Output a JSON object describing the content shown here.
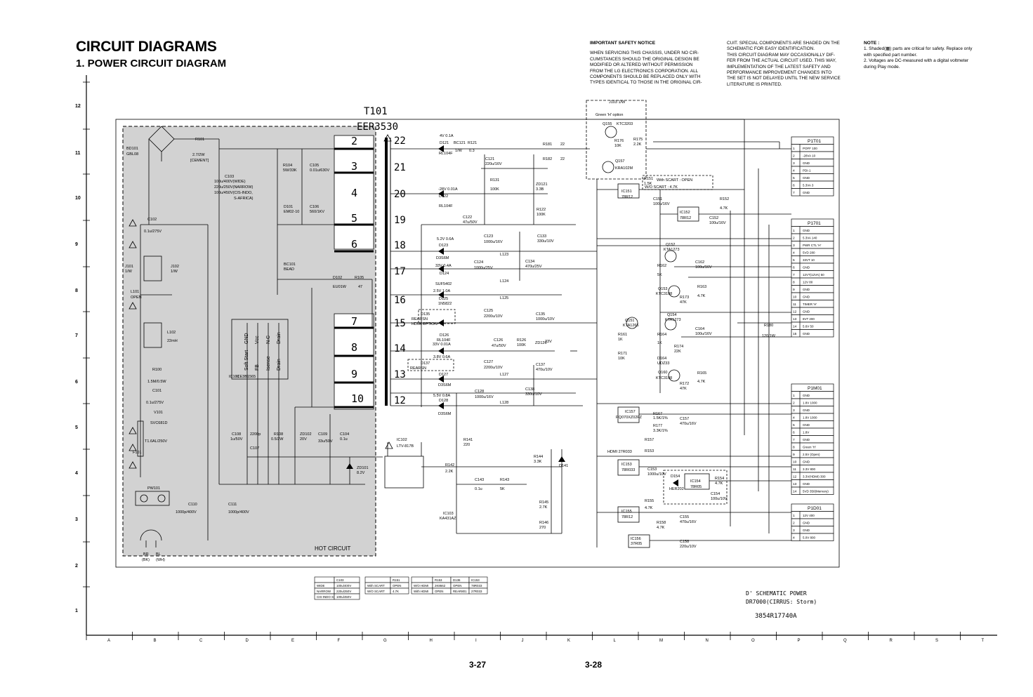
{
  "header": {
    "title": "CIRCUIT DIAGRAMS",
    "subtitle": "1. POWER CIRCUIT DIAGRAM"
  },
  "safety_notice": {
    "heading": "IMPORTANT SAFETY NOTICE",
    "col1": [
      "WHEN SERVICING THIS CHASSIS, UNDER NO CIR-",
      "CUMSTANCES SHOULD THE ORIGINAL DESIGN BE",
      "MODIFIED OR ALTERED WITHOUT PERMISSION",
      "FROM THE LG ELECTRONICS CORPORATION. ALL",
      "COMPONENTS SHOULD BE REPLACED ONLY WITH",
      "TYPES IDENTICAL TO THOSE IN THE ORIGINAL CIR-"
    ],
    "col2": [
      "CUIT. SPECIAL COMPONENTS ARE SHADED ON THE",
      "SCHEMATIC FOR EASY IDENTIFICATION.",
      "THIS CIRCUIT DIAGRAM MAY OCCASIONALLY DIF-",
      "FER FROM THE ACTUAL CIRCUIT USED. THIS WAY,",
      "IMPLEMENTATION OF THE LATEST SAFETY AND",
      "PERFORMANCE IMPROVEMENT CHANGES INTO",
      "THE SET IS NOT DELAYED UNTIL THE NEW SERVICE",
      "LITERATURE IS PRINTED."
    ]
  },
  "note": {
    "heading": "NOTE :",
    "items": [
      "1. Shaded(▦) parts are critical for safety. Replace only",
      "with specified part number.",
      "2. Voltages are DC-measured with a digital voltmeter",
      "during Play mode."
    ]
  },
  "grid": {
    "rows": [
      "12",
      "11",
      "10",
      "9",
      "8",
      "7",
      "6",
      "5",
      "4",
      "3",
      "2",
      "1"
    ],
    "cols": [
      "A",
      "B",
      "C",
      "D",
      "E",
      "F",
      "G",
      "H",
      "I",
      "J",
      "K",
      "L",
      "M",
      "N",
      "O",
      "P",
      "Q",
      "R",
      "S",
      "T"
    ]
  },
  "transformer": {
    "name": "T101",
    "part": "EER3530",
    "primary_pins": [
      "2",
      "3",
      "4",
      "5",
      "6",
      "7",
      "8",
      "9",
      "10"
    ],
    "secondary_pins": [
      "22",
      "21",
      "20",
      "19",
      "18",
      "17",
      "16",
      "15",
      "14",
      "13",
      "12"
    ]
  },
  "hot_circuit_label": "HOT CIRCUIT",
  "primary_labels": [
    {
      "t": "BD101",
      "k": "bd1"
    },
    {
      "t": "GBL08",
      "k": "bd2"
    },
    {
      "t": "R101",
      "k": "r101"
    },
    {
      "t": "2.7/2W",
      "k": "r101v"
    },
    {
      "t": "[CEMENT]",
      "k": "r101c"
    },
    {
      "t": "C103",
      "k": "c103"
    },
    {
      "t": "100u/400V(WIDE)",
      "k": "c103a"
    },
    {
      "t": "220u/250V(NARROW)",
      "k": "c103b"
    },
    {
      "t": "100u/450V(CIS-INDO,",
      "k": "c103c"
    },
    {
      "t": "S-AFRICA)",
      "k": "c103d"
    },
    {
      "t": "R104",
      "k": "r104"
    },
    {
      "t": "5W/33K",
      "k": "r104v"
    },
    {
      "t": "C105",
      "k": "c105"
    },
    {
      "t": "0.01u/630V",
      "k": "c105v"
    },
    {
      "t": "D101",
      "k": "d101"
    },
    {
      "t": "EM02-10",
      "k": "d101v"
    },
    {
      "t": "C106",
      "k": "c106"
    },
    {
      "t": "560/1KV",
      "k": "c106v"
    },
    {
      "t": "C102",
      "k": "c102"
    },
    {
      "t": "0.1u/275V",
      "k": "c102v"
    },
    {
      "t": "J101",
      "k": "j101"
    },
    {
      "t": "1/W",
      "k": "j101v"
    },
    {
      "t": "J102",
      "k": "j102"
    },
    {
      "t": "1/W",
      "k": "j102v"
    },
    {
      "t": "L101",
      "k": "l101"
    },
    {
      "t": "OPEN",
      "k": "l101v"
    },
    {
      "t": "L102",
      "k": "l102"
    },
    {
      "t": "22mH",
      "k": "l102v"
    },
    {
      "t": "BC101",
      "k": "bc101"
    },
    {
      "t": "BEAD",
      "k": "bc101v"
    },
    {
      "t": "D102",
      "k": "d102"
    },
    {
      "t": "EU01W",
      "k": "d102v"
    },
    {
      "t": "R105",
      "k": "r105"
    },
    {
      "t": "47",
      "k": "r105v"
    },
    {
      "t": "IC101",
      "k": "ic101"
    },
    {
      "t": "ICE3B1565",
      "k": "ic101v"
    },
    {
      "t": "R100",
      "k": "r100"
    },
    {
      "t": "1.5M/0.5W",
      "k": "r100v"
    },
    {
      "t": "C101",
      "k": "c101"
    },
    {
      "t": "0.1u/275V",
      "k": "c101v"
    },
    {
      "t": "V101",
      "k": "v101"
    },
    {
      "t": "SVC681D",
      "k": "v101v"
    },
    {
      "t": "F101",
      "k": "f101"
    },
    {
      "t": "T1.6AL/250V",
      "k": "f101v"
    },
    {
      "t": "PW101",
      "k": "pw101"
    },
    {
      "t": "C110",
      "k": "c110"
    },
    {
      "t": "1000p/400V",
      "k": "c110v"
    },
    {
      "t": "C111",
      "k": "c111"
    },
    {
      "t": "1000p/400V",
      "k": "c111v"
    },
    {
      "t": "BR",
      "k": "br"
    },
    {
      "t": "(BK)",
      "k": "brv"
    },
    {
      "t": "BL",
      "k": "bl"
    },
    {
      "t": "(WH)",
      "k": "blv"
    },
    {
      "t": "C108",
      "k": "c108"
    },
    {
      "t": "1u/50V",
      "k": "c108v"
    },
    {
      "t": "C107",
      "k": "c107"
    },
    {
      "t": "2200p",
      "k": "c107v"
    },
    {
      "t": "R108",
      "k": "r108"
    },
    {
      "t": "0.5/2W",
      "k": "r108v"
    },
    {
      "t": "ZD102",
      "k": "zd102"
    },
    {
      "t": "20V",
      "k": "zd102v"
    },
    {
      "t": "C109",
      "k": "c109"
    },
    {
      "t": "33u/50V",
      "k": "c109v"
    },
    {
      "t": "C104",
      "k": "c104"
    },
    {
      "t": "0.1u",
      "k": "c104v"
    },
    {
      "t": "ZD101",
      "k": "zd101"
    },
    {
      "t": "8.2V",
      "k": "zd101v"
    },
    {
      "t": "IC102",
      "k": "ic102"
    },
    {
      "t": "LTV-817B",
      "k": "ic102v"
    }
  ],
  "ic101_pins": [
    "Soft Start",
    "FB",
    "Isense",
    "Drain",
    "GND",
    "Vcc",
    "N.C",
    "Drain"
  ],
  "secondary_labels": [
    {
      "t": "4V 0.1A",
      "k": "v4"
    },
    {
      "t": "D121",
      "k": "d121"
    },
    {
      "t": "RL104F",
      "k": "d121v"
    },
    {
      "t": "BC121",
      "k": "bc121"
    },
    {
      "t": "1/W",
      "k": "bc121v"
    },
    {
      "t": "R121",
      "k": "r121"
    },
    {
      "t": "0.3",
      "k": "r121v"
    },
    {
      "t": "C121",
      "k": "c121"
    },
    {
      "t": "220u/16V",
      "k": "c121v"
    },
    {
      "t": "R131",
      "k": "r131"
    },
    {
      "t": "100K",
      "k": "r131v"
    },
    {
      "t": "R181",
      "k": "r181"
    },
    {
      "t": "22",
      "k": "r181v"
    },
    {
      "t": "R182",
      "k": "r182"
    },
    {
      "t": "22",
      "k": "r182v"
    },
    {
      "t": "ZD121",
      "k": "zd121"
    },
    {
      "t": "3.3B",
      "k": "zd121v"
    },
    {
      "t": "-28V 0.01A",
      "k": "v28"
    },
    {
      "t": "D122",
      "k": "d122"
    },
    {
      "t": "RL104F",
      "k": "d122v"
    },
    {
      "t": "R122",
      "k": "r122"
    },
    {
      "t": "100K",
      "k": "r122v"
    },
    {
      "t": "C122",
      "k": "c122"
    },
    {
      "t": "47u/50V",
      "k": "c122v"
    },
    {
      "t": "5.2V 0.6A",
      "k": "v52"
    },
    {
      "t": "D123",
      "k": "d123"
    },
    {
      "t": "D3S6M",
      "k": "d123v"
    },
    {
      "t": "C123",
      "k": "c123"
    },
    {
      "t": "1000u/16V",
      "k": "c123v"
    },
    {
      "t": "C133",
      "k": "c133"
    },
    {
      "t": "330u/10V",
      "k": "c133v"
    },
    {
      "t": "33V 0.4A",
      "k": "v33"
    },
    {
      "t": "D124",
      "k": "d124"
    },
    {
      "t": "SUF5402",
      "k": "d124v"
    },
    {
      "t": "C124",
      "k": "c124"
    },
    {
      "t": "1000u/25V",
      "k": "c124v"
    },
    {
      "t": "L123",
      "k": "l123"
    },
    {
      "t": "L124",
      "k": "l124"
    },
    {
      "t": "C134",
      "k": "c134"
    },
    {
      "t": "470u/25V",
      "k": "c134v"
    },
    {
      "t": "2.5V 1.0A",
      "k": "v25"
    },
    {
      "t": "D125",
      "k": "d125"
    },
    {
      "t": "1N5822",
      "k": "d125v"
    },
    {
      "t": "D135",
      "k": "d135"
    },
    {
      "t": "REARSN",
      "k": "d135v"
    },
    {
      "t": "HDMI OPTION",
      "k": "d135o"
    },
    {
      "t": "C125",
      "k": "c125"
    },
    {
      "t": "2200u/10V",
      "k": "c125v"
    },
    {
      "t": "L125",
      "k": "l125"
    },
    {
      "t": "C135",
      "k": "c135"
    },
    {
      "t": "1000u/10V",
      "k": "c135v"
    },
    {
      "t": "D126",
      "k": "d126"
    },
    {
      "t": "RL104F",
      "k": "d126v"
    },
    {
      "t": "33V 0.01A",
      "k": "v33b"
    },
    {
      "t": "C126",
      "k": "c126"
    },
    {
      "t": "47u/50V",
      "k": "c126v"
    },
    {
      "t": "R126",
      "k": "r126"
    },
    {
      "t": "100K",
      "k": "r126v"
    },
    {
      "t": "ZD126",
      "k": "zd126"
    },
    {
      "t": "33V",
      "k": "zd126v"
    },
    {
      "t": "3.8V 0.6A",
      "k": "v38"
    },
    {
      "t": "D137",
      "k": "d137"
    },
    {
      "t": "REARSN",
      "k": "d137v"
    },
    {
      "t": "D127",
      "k": "d127"
    },
    {
      "t": "D3S6M",
      "k": "d127v"
    },
    {
      "t": "C127",
      "k": "c127"
    },
    {
      "t": "2200u/10V",
      "k": "c127v"
    },
    {
      "t": "L127",
      "k": "l127"
    },
    {
      "t": "C137",
      "k": "c137"
    },
    {
      "t": "470u/10V",
      "k": "c137v"
    },
    {
      "t": "5.5V 0.8A",
      "k": "v55"
    },
    {
      "t": "D128",
      "k": "d128"
    },
    {
      "t": "D3S6M",
      "k": "d128v"
    },
    {
      "t": "C128",
      "k": "c128"
    },
    {
      "t": "1000u/16V",
      "k": "c128v"
    },
    {
      "t": "L128",
      "k": "l128"
    },
    {
      "t": "C138",
      "k": "c138"
    },
    {
      "t": "330u/10V",
      "k": "c138v"
    },
    {
      "t": "R141",
      "k": "r141"
    },
    {
      "t": "220",
      "k": "r141v"
    },
    {
      "t": "R142",
      "k": "r142"
    },
    {
      "t": "2.2K",
      "k": "r142v"
    },
    {
      "t": "C143",
      "k": "c143"
    },
    {
      "t": "0.1u",
      "k": "c143v"
    },
    {
      "t": "R143",
      "k": "r143"
    },
    {
      "t": "5K",
      "k": "r143v"
    },
    {
      "t": "IC103",
      "k": "ic103"
    },
    {
      "t": "KA431AZ",
      "k": "ic103v"
    },
    {
      "t": "R144",
      "k": "r144"
    },
    {
      "t": "3.3K",
      "k": "r144v"
    },
    {
      "t": "D141",
      "k": "d141"
    },
    {
      "t": "R145",
      "k": "r145"
    },
    {
      "t": "2.7K",
      "k": "r145v"
    },
    {
      "t": "R146",
      "k": "r146"
    },
    {
      "t": "270",
      "k": "r146v"
    }
  ],
  "control_labels": [
    {
      "t": "J103 1/W",
      "k": "j103"
    },
    {
      "t": "Green 'H' option",
      "k": "green"
    },
    {
      "t": "Q155",
      "k": "q155"
    },
    {
      "t": "KTC3203",
      "k": "q155v"
    },
    {
      "t": "R176",
      "k": "r176"
    },
    {
      "t": "10K",
      "k": "r176v"
    },
    {
      "t": "R175",
      "k": "r175"
    },
    {
      "t": "2.2K",
      "k": "r175v"
    },
    {
      "t": "Q157",
      "k": "q157"
    },
    {
      "t": "KRA102M",
      "k": "q157v"
    },
    {
      "t": "R151",
      "k": "r151"
    },
    {
      "t": "1.5K",
      "k": "r151v"
    },
    {
      "t": "With SCART : OPEN",
      "k": "scart1"
    },
    {
      "t": "W/O SCART : 4.7K",
      "k": "scart2"
    },
    {
      "t": "IC151",
      "k": "ic151"
    },
    {
      "t": "78R12",
      "k": "ic151v"
    },
    {
      "t": "C151",
      "k": "c151"
    },
    {
      "t": "100u/16V",
      "k": "c151v"
    },
    {
      "t": "R152",
      "k": "r152"
    },
    {
      "t": "4.7K",
      "k": "r152v"
    },
    {
      "t": "IC152",
      "k": "ic152"
    },
    {
      "t": "78R12",
      "k": "ic152v"
    },
    {
      "t": "C152",
      "k": "c152"
    },
    {
      "t": "100u/16V",
      "k": "c152v"
    },
    {
      "t": "Q152",
      "k": "q152"
    },
    {
      "t": "KTA1273",
      "k": "q152v"
    },
    {
      "t": "R162",
      "k": "r162"
    },
    {
      "t": "5K",
      "k": "r162v"
    },
    {
      "t": "C162",
      "k": "c162"
    },
    {
      "t": "100u/16V",
      "k": "c162v"
    },
    {
      "t": "Q153",
      "k": "q153"
    },
    {
      "t": "KTC3198",
      "k": "q153v"
    },
    {
      "t": "R163",
      "k": "r163"
    },
    {
      "t": "4.7K",
      "k": "r163v"
    },
    {
      "t": "R173",
      "k": "r173"
    },
    {
      "t": "47K",
      "k": "r173v"
    },
    {
      "t": "Q151",
      "k": "q151"
    },
    {
      "t": "KTA1266",
      "k": "q151v"
    },
    {
      "t": "Q154",
      "k": "q154"
    },
    {
      "t": "KTA1273",
      "k": "q154v"
    },
    {
      "t": "R161",
      "k": "r161"
    },
    {
      "t": "1K",
      "k": "r161v"
    },
    {
      "t": "R164",
      "k": "r164"
    },
    {
      "t": "1K",
      "k": "r164v"
    },
    {
      "t": "C164",
      "k": "c164"
    },
    {
      "t": "100u/16V",
      "k": "c164v"
    },
    {
      "t": "R174",
      "k": "r174"
    },
    {
      "t": "22K",
      "k": "r174v"
    },
    {
      "t": "R171",
      "k": "r171"
    },
    {
      "t": "10K",
      "k": "r171v"
    },
    {
      "t": "D164",
      "k": "d164"
    },
    {
      "t": "UDZ33",
      "k": "d164v"
    },
    {
      "t": "Q160",
      "k": "q160"
    },
    {
      "t": "KTC3198",
      "k": "q160v"
    },
    {
      "t": "R165",
      "k": "r165"
    },
    {
      "t": "4.7K",
      "k": "r165v"
    },
    {
      "t": "R172",
      "k": "r172"
    },
    {
      "t": "47K",
      "k": "r172v"
    },
    {
      "t": "R180",
      "k": "r180"
    },
    {
      "t": "120/1W",
      "k": "r180v"
    },
    {
      "t": "IC157",
      "k": "ic157"
    },
    {
      "t": "PQ070XZ02FZ",
      "k": "ic157v"
    },
    {
      "t": "R167",
      "k": "r167"
    },
    {
      "t": "1.5K/1%",
      "k": "r167v"
    },
    {
      "t": "R177",
      "k": "r177"
    },
    {
      "t": "3.3K/1%",
      "k": "r177v"
    },
    {
      "t": "C157",
      "k": "c157"
    },
    {
      "t": "470u/16V",
      "k": "c157v"
    },
    {
      "t": "HDMI 27R033",
      "k": "hdmi"
    },
    {
      "t": "R157",
      "k": "r157"
    },
    {
      "t": "R153",
      "k": "r153"
    },
    {
      "t": "IC153",
      "k": "ic153"
    },
    {
      "t": "78R033",
      "k": "ic153v"
    },
    {
      "t": "C153",
      "k": "c153"
    },
    {
      "t": "1000u/10V",
      "k": "c153v"
    },
    {
      "t": "D154",
      "k": "d154"
    },
    {
      "t": "HER202",
      "k": "d154v"
    },
    {
      "t": "IC154",
      "k": "ic154"
    },
    {
      "t": "78R05",
      "k": "ic154v"
    },
    {
      "t": "R154",
      "k": "r154"
    },
    {
      "t": "4.7K",
      "k": "r154v"
    },
    {
      "t": "C154",
      "k": "c154"
    },
    {
      "t": "100u/10V",
      "k": "c154v"
    },
    {
      "t": "R155",
      "k": "r155"
    },
    {
      "t": "4.7K",
      "k": "r155v"
    },
    {
      "t": "IC155",
      "k": "ic155"
    },
    {
      "t": "78R12",
      "k": "ic155v"
    },
    {
      "t": "C155",
      "k": "c155"
    },
    {
      "t": "470u/16V",
      "k": "c155v"
    },
    {
      "t": "R158",
      "k": "r158"
    },
    {
      "t": "4.7K",
      "k": "r158v"
    },
    {
      "t": "IC156",
      "k": "ic156"
    },
    {
      "t": "37R05",
      "k": "ic156v"
    },
    {
      "t": "C158",
      "k": "c158"
    },
    {
      "t": "220u/10V",
      "k": "c158v"
    }
  ],
  "connectors": [
    {
      "name": "P1T01",
      "pins": [
        [
          "1",
          "POFF 100"
        ],
        [
          "2",
          "-28VA 10"
        ],
        [
          "3",
          "GND"
        ],
        [
          "4",
          "PDI-1"
        ],
        [
          "5",
          "GND"
        ],
        [
          "6",
          "5.3VA 3"
        ],
        [
          "7",
          "GND"
        ]
      ]
    },
    {
      "name": "P1701",
      "pins": [
        [
          "1",
          "GND"
        ],
        [
          "2",
          "5.3VA 140"
        ],
        [
          "3",
          "PWR CTL 'H'"
        ],
        [
          "4",
          "5VD 280"
        ],
        [
          "5",
          "33VT 10"
        ],
        [
          "6",
          "GND"
        ],
        [
          "7",
          "12VT(12VA) 50"
        ],
        [
          "8",
          "12V 80"
        ],
        [
          "9",
          "GND"
        ],
        [
          "10",
          "GND"
        ],
        [
          "11",
          "TIMER 'H'"
        ],
        [
          "12",
          "GND"
        ],
        [
          "13",
          "8VT 200"
        ],
        [
          "14",
          "5.6V 50"
        ],
        [
          "15",
          "GND"
        ]
      ]
    },
    {
      "name": "P1M01",
      "pins": [
        [
          "1",
          "GND"
        ],
        [
          "2",
          "1.8V 1000"
        ],
        [
          "3",
          "GND"
        ],
        [
          "4",
          "1.8V 1000"
        ],
        [
          "5",
          "GND"
        ],
        [
          "6",
          "1.8V"
        ],
        [
          "7",
          "GND"
        ],
        [
          "8",
          "Green 'H'"
        ],
        [
          "9",
          "2.5V (Open)"
        ],
        [
          "10",
          "GND"
        ],
        [
          "11",
          "3.3V 800"
        ],
        [
          "12",
          "3.3V(HDMI) 300"
        ],
        [
          "13",
          "GND"
        ],
        [
          "14",
          "5VD 350(Memory)"
        ]
      ]
    },
    {
      "name": "P1D01",
      "pins": [
        [
          "1",
          "12V 400"
        ],
        [
          "2",
          "GND"
        ],
        [
          "3",
          "GND"
        ],
        [
          "4",
          "5.0V 800"
        ]
      ]
    }
  ],
  "option_tables": {
    "t1": {
      "header": [
        "",
        "C103"
      ],
      "rows": [
        [
          "WIDE",
          "100u/400V"
        ],
        [
          "NARROW",
          "220u/250V"
        ],
        [
          "CIS-INDO S-AFRICA",
          "100u/450V"
        ]
      ]
    },
    "t2": {
      "header": [
        "",
        "R151"
      ],
      "rows": [
        [
          "With SCART",
          "OPEN"
        ],
        [
          "W/O SCART",
          "4.7K"
        ]
      ]
    },
    "t3": {
      "header": [
        "",
        "R153",
        "D136",
        "IC153"
      ],
      "rows": [
        [
          "W/O HDMI",
          "2K8662",
          "OPEN",
          "78R033"
        ],
        [
          "With HDMI",
          "OPEN",
          "REAR801",
          "27R033"
        ]
      ]
    }
  },
  "footer": {
    "schematic_title": "D' SCHEMATIC POWER",
    "model": "DR7000(CIRRUS: Storm)",
    "part_number": "3854R17740A",
    "page_left": "3-27",
    "page_right": "3-28"
  },
  "colors": {
    "shade": "#d2d2d2",
    "ink": "#000000",
    "paper": "#ffffff"
  }
}
